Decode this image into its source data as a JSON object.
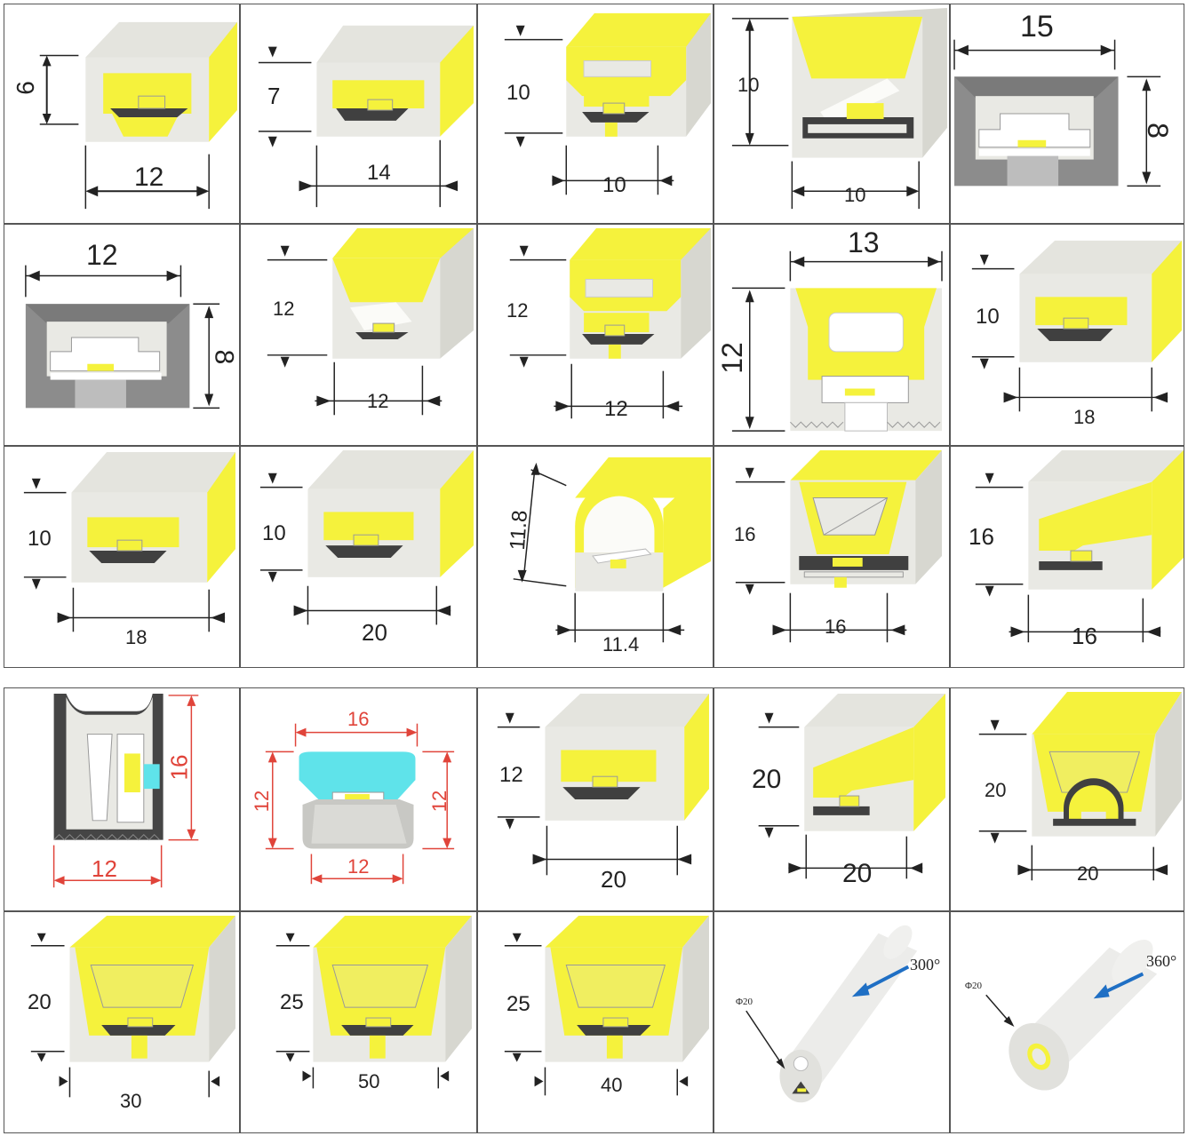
{
  "colors": {
    "yellow": "#f5f23c",
    "shell": "#e9e9e4",
    "shell_side": "#d7d7d0",
    "dark": "#404040",
    "grey": "#8c8c8c",
    "cyan": "#5fe3ea",
    "red": "#e0443a",
    "blue": "#1f6fc4"
  },
  "profiles": [
    {
      "w": "12",
      "h": "6"
    },
    {
      "w": "14",
      "h": "7"
    },
    {
      "w": "10",
      "h": "10"
    },
    {
      "w": "10",
      "h": "10"
    },
    {
      "w": "15",
      "h": "8"
    },
    {
      "w": "12",
      "h": "8"
    },
    {
      "w": "12",
      "h": "12"
    },
    {
      "w": "12",
      "h": "12"
    },
    {
      "w": "13",
      "h": "12"
    },
    {
      "w": "18",
      "h": "10"
    },
    {
      "w": "18",
      "h": "10"
    },
    {
      "w": "20",
      "h": "10"
    },
    {
      "w": "11.4",
      "h": "11.8"
    },
    {
      "w": "16",
      "h": "16"
    },
    {
      "w": "16",
      "h": "16"
    },
    {
      "w": "12",
      "h": "16"
    },
    {
      "w_top": "16",
      "w_bottom": "12",
      "h_left": "12",
      "h_right": "12"
    },
    {
      "w": "20",
      "h": "12"
    },
    {
      "w": "20",
      "h": "20"
    },
    {
      "w": "20",
      "h": "20"
    },
    {
      "w": "30",
      "h": "20"
    },
    {
      "w": "50",
      "h": "25"
    },
    {
      "w": "40",
      "h": "25"
    },
    {
      "diameter": "Φ20",
      "angle": "300°"
    },
    {
      "diameter": "Φ20",
      "angle": "360°"
    }
  ]
}
